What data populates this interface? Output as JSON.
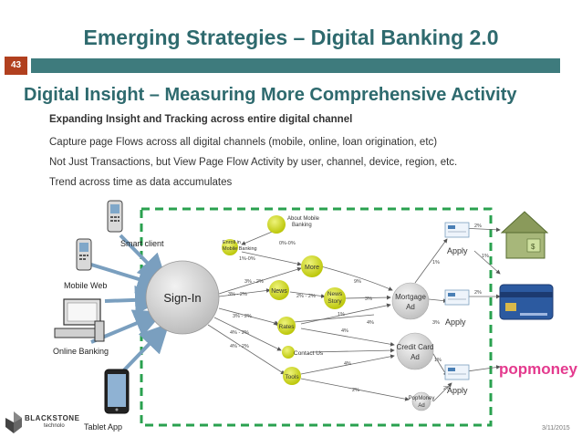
{
  "header": {
    "title": "Emerging Strategies – Digital Banking 2.0",
    "page_number": "43"
  },
  "subtitle": "Digital Insight – Measuring More Comprehensive Activity",
  "bullets": [
    "Expanding Insight and Tracking across entire digital channel",
    "Capture page Flows across all digital channels (mobile, online, loan origination, etc)",
    "Not Just Transactions, but View Page Flow Activity by user, channel, device, region, etc.",
    "Trend across time as data accumulates"
  ],
  "channels": {
    "smart_client": "Smart client",
    "mobile_web": "Mobile Web",
    "online_banking": "Online Banking",
    "tablet_app": "Tablet App"
  },
  "nodes": {
    "sign_in": "Sign-In",
    "about_mobile_1": "About Mobile",
    "about_mobile_2": "Banking",
    "enroll_1": "Enroll in",
    "enroll_2": "Mobile Banking",
    "more": "More",
    "news": "News",
    "news_story_1": "News",
    "news_story_2": "Story",
    "rates": "Rates",
    "contact_us": "Contact Us",
    "tools": "Tools",
    "mortgage_1": "Mortgage",
    "mortgage_2": "Ad",
    "credit_card_1": "Credit Card",
    "credit_card_2": "Ad",
    "popmoney_ad_1": "PopMoney",
    "popmoney_ad_2": "Ad",
    "apply_1": "Apply",
    "apply_2": "Apply",
    "apply_3": "Apply"
  },
  "edge_labels": {
    "e_about_enroll": "0%-0%",
    "e_enroll_more": "1%-0%",
    "e_signin_more": "3% - 2%",
    "e_signin_news": "3% - 2%",
    "e_news_story": "2% - 2%",
    "e_signin_rates": "3% - 2%",
    "e_signin_contact": "4% - 2%",
    "e_signin_tools": "4% - 2%",
    "e_more_mortgage": "9%",
    "e_story_mortgage": "3%",
    "e_rates_mortgage": "1%",
    "e_rates_credit": "4%",
    "e_contact_credit": "4%",
    "e_tools_credit": "4%",
    "e_tools_popmoney": "2%",
    "e_mortgage_apply1": "1%",
    "e_apply1_2pct": "2%",
    "e_mortgage_apply2": "3%",
    "e_apply2_2pct": "2%",
    "e_credit_apply3": "1%",
    "e_popmoney_apply3": "2%",
    "e_house_pct": "1%"
  },
  "brand": {
    "popmoney": "popmoney",
    "company": "BLACKSTONE",
    "company_sub": "technolo"
  },
  "date": "3/11/2015",
  "colors": {
    "title": "#2e6a6e",
    "bar": "#3e7b7d",
    "badge": "#b1401f",
    "node_fill": "#c8d400",
    "dashed_border": "#2aa14f",
    "arrow": "#7a9fbf",
    "popmoney_pink": "#e43a8e"
  }
}
